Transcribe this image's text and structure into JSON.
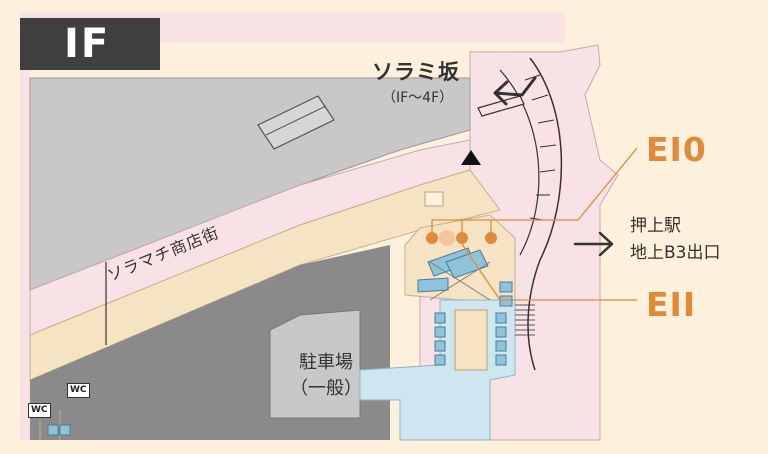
{
  "floor_badge": "IF",
  "solamizaka": {
    "name": "ソラミ坂",
    "floors": "（IF〜4F）"
  },
  "shopping_street": "ソラマチ商店街",
  "station_exit": {
    "line1": "押上駅",
    "line2": "地上B3出口"
  },
  "parking": {
    "line1": "駐車場",
    "line2": "（一般）"
  },
  "exits": {
    "e10": "EI0",
    "e11": "EII"
  },
  "restrooms": {
    "wc1": "WC",
    "wc2": "WC"
  },
  "colors": {
    "background": "#fdf0dc",
    "walkway_pink": "#f8e2e6",
    "building_gray": "#c8c8c8",
    "parking_gray": "#8a8a8a",
    "elevator_blue": "#8fc3dc",
    "light_blue": "#cde6f0",
    "accent_orange": "#e08a3a",
    "badge_dark": "#3f3f3f"
  },
  "icons": {
    "arrow": "right-arrow-icon",
    "triangle": "black-triangle-icon"
  }
}
